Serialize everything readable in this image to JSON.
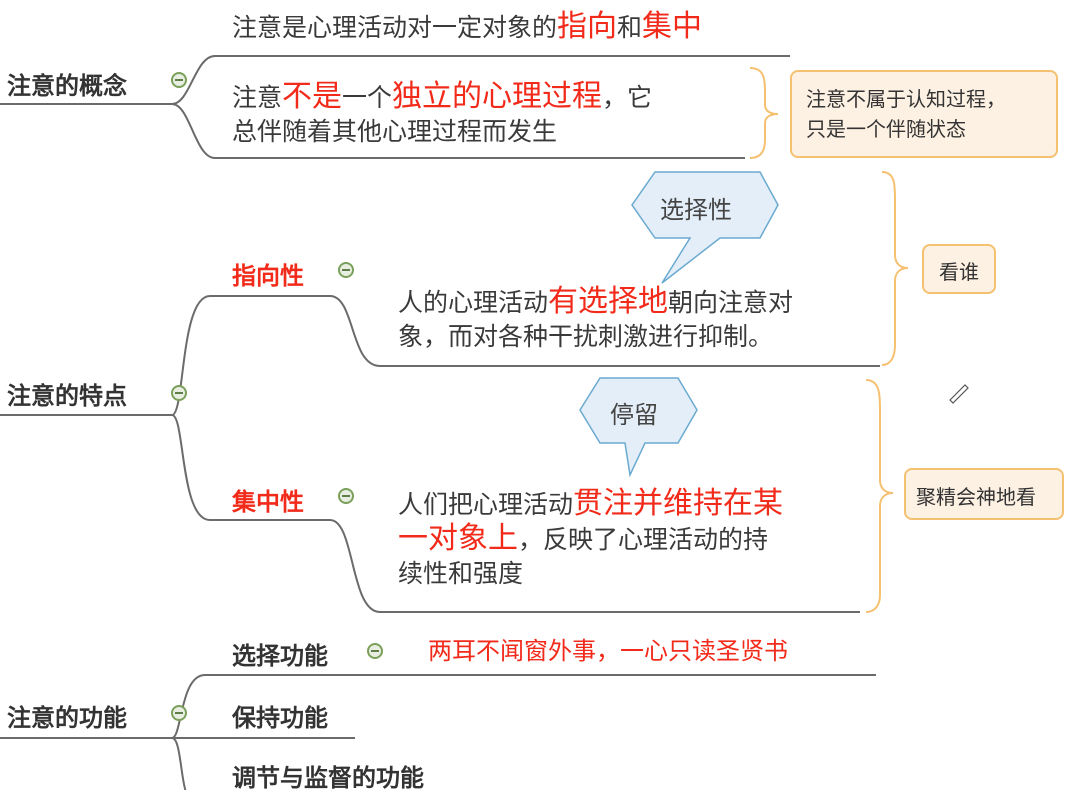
{
  "topics": {
    "concept": {
      "label": "注意的概念",
      "children": [
        {
          "parts": [
            "注意是心理活动对一定对象的",
            "指向",
            "和",
            "集中"
          ]
        },
        {
          "line1": [
            "注意",
            "不是",
            "一个",
            "独立的心理过程",
            "，它"
          ],
          "line2": "总伴随着其他心理过程而发生"
        }
      ],
      "note": {
        "line1": "注意不属于认知过程，",
        "line2": "只是一个伴随状态"
      }
    },
    "features": {
      "label": "注意的特点",
      "directivity": {
        "label": "指向性",
        "callout": "选择性",
        "line1": [
          "人的心理活动",
          "有选择地",
          "朝向注意对"
        ],
        "line2": "象，而对各种干扰刺激进行抑制。",
        "note": "看谁"
      },
      "concentration": {
        "label": "集中性",
        "callout": "停留",
        "line1": [
          "人们把心理活动",
          "贯注并维持在某"
        ],
        "line2": [
          "一对象上",
          "，反映了心理活动的持"
        ],
        "line3": "续性和强度",
        "note": "聚精会神地看"
      }
    },
    "functions": {
      "label": "注意的功能",
      "children": [
        {
          "label": "选择功能",
          "detail": "两耳不闻窗外事，一心只读圣贤书"
        },
        {
          "label": "保持功能"
        },
        {
          "label": "调节与监督的功能"
        }
      ]
    }
  },
  "colors": {
    "accent_red": "#f22a1a",
    "note_border": "#f5c070",
    "note_bg": "#fdf1e3",
    "callout_border": "#6aaad0",
    "callout_bg": "#e4eef8",
    "line": "#666666"
  }
}
